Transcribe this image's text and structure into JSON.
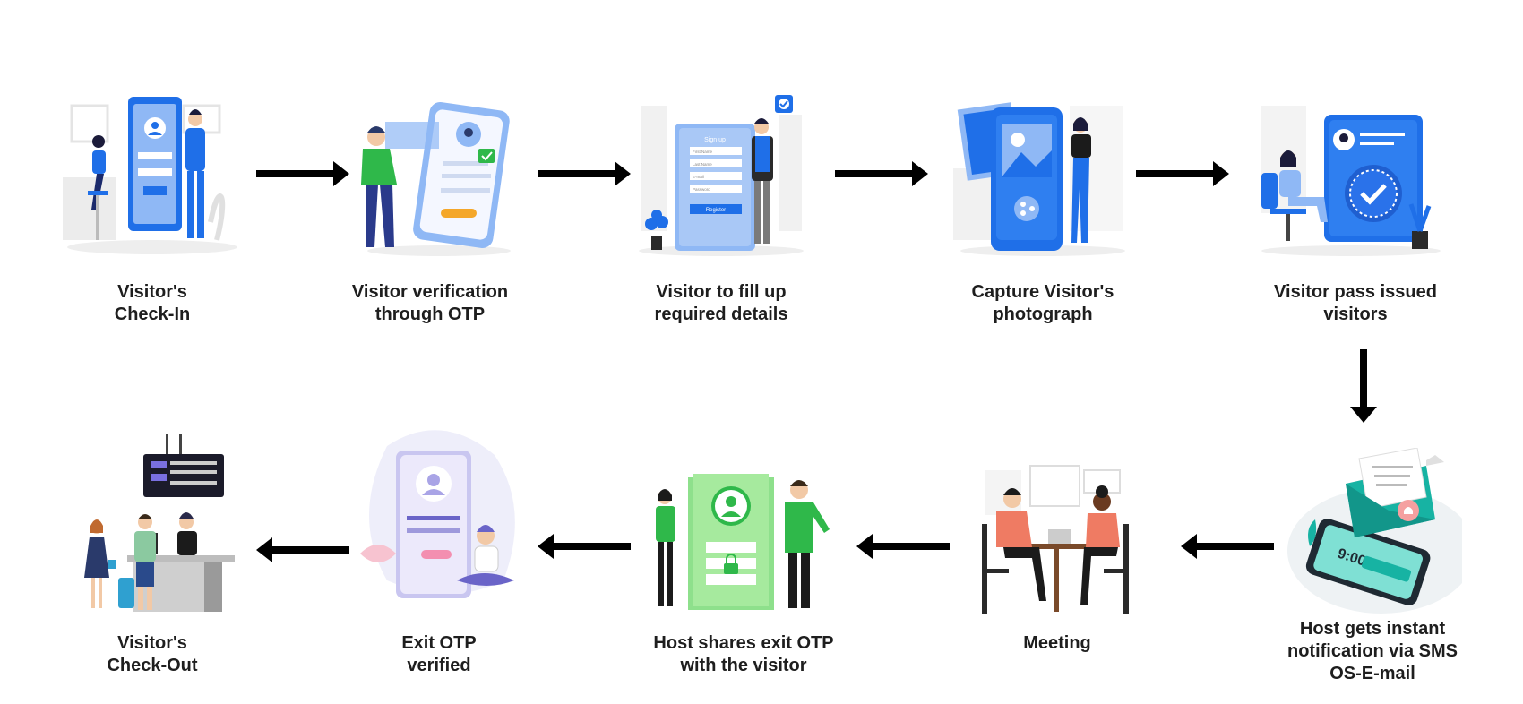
{
  "colors": {
    "primary": "#1f6fe8",
    "primary_light": "#8fb8f5",
    "green": "#2fb84a",
    "green_light": "#8ee08c",
    "salmon": "#ef7b63",
    "teal": "#17b3a3",
    "arrow": "#000000",
    "text": "#1e1e1e"
  },
  "steps": [
    {
      "id": "checkin",
      "icon": "checkin-illustration-icon",
      "lines": [
        "Visitor's",
        "Check-In"
      ]
    },
    {
      "id": "otp",
      "icon": "otp-phone-illustration-icon",
      "lines": [
        "Visitor verification",
        "through OTP"
      ]
    },
    {
      "id": "details",
      "icon": "signup-form-illustration-icon",
      "lines": [
        "Visitor to fill up",
        "required details"
      ]
    },
    {
      "id": "photo",
      "icon": "photo-capture-illustration-icon",
      "lines": [
        "Capture Visitor's",
        "photograph"
      ]
    },
    {
      "id": "pass",
      "icon": "visitor-pass-illustration-icon",
      "lines": [
        "Visitor pass issued",
        "visitors"
      ]
    },
    {
      "id": "notify",
      "icon": "notification-phone-illustration-icon",
      "lines": [
        "Host gets instant",
        "notification via SMS",
        "OS-E-mail"
      ],
      "phone_time": "9:00"
    },
    {
      "id": "meeting",
      "icon": "meeting-illustration-icon",
      "lines": [
        "Meeting"
      ]
    },
    {
      "id": "share",
      "icon": "share-otp-illustration-icon",
      "lines": [
        "Host shares exit OTP",
        "with the visitor"
      ]
    },
    {
      "id": "exitotp",
      "icon": "exit-otp-illustration-icon",
      "lines": [
        "Exit OTP",
        "verified"
      ]
    },
    {
      "id": "checkout",
      "icon": "checkout-desk-illustration-icon",
      "lines": [
        "Visitor's",
        "Check-Out"
      ]
    }
  ],
  "illustration_text": {
    "signup_title": "Sign up",
    "signup_fields": [
      "First Name",
      "Last Name",
      "E-mail",
      "Password"
    ],
    "register_button": "Register"
  }
}
